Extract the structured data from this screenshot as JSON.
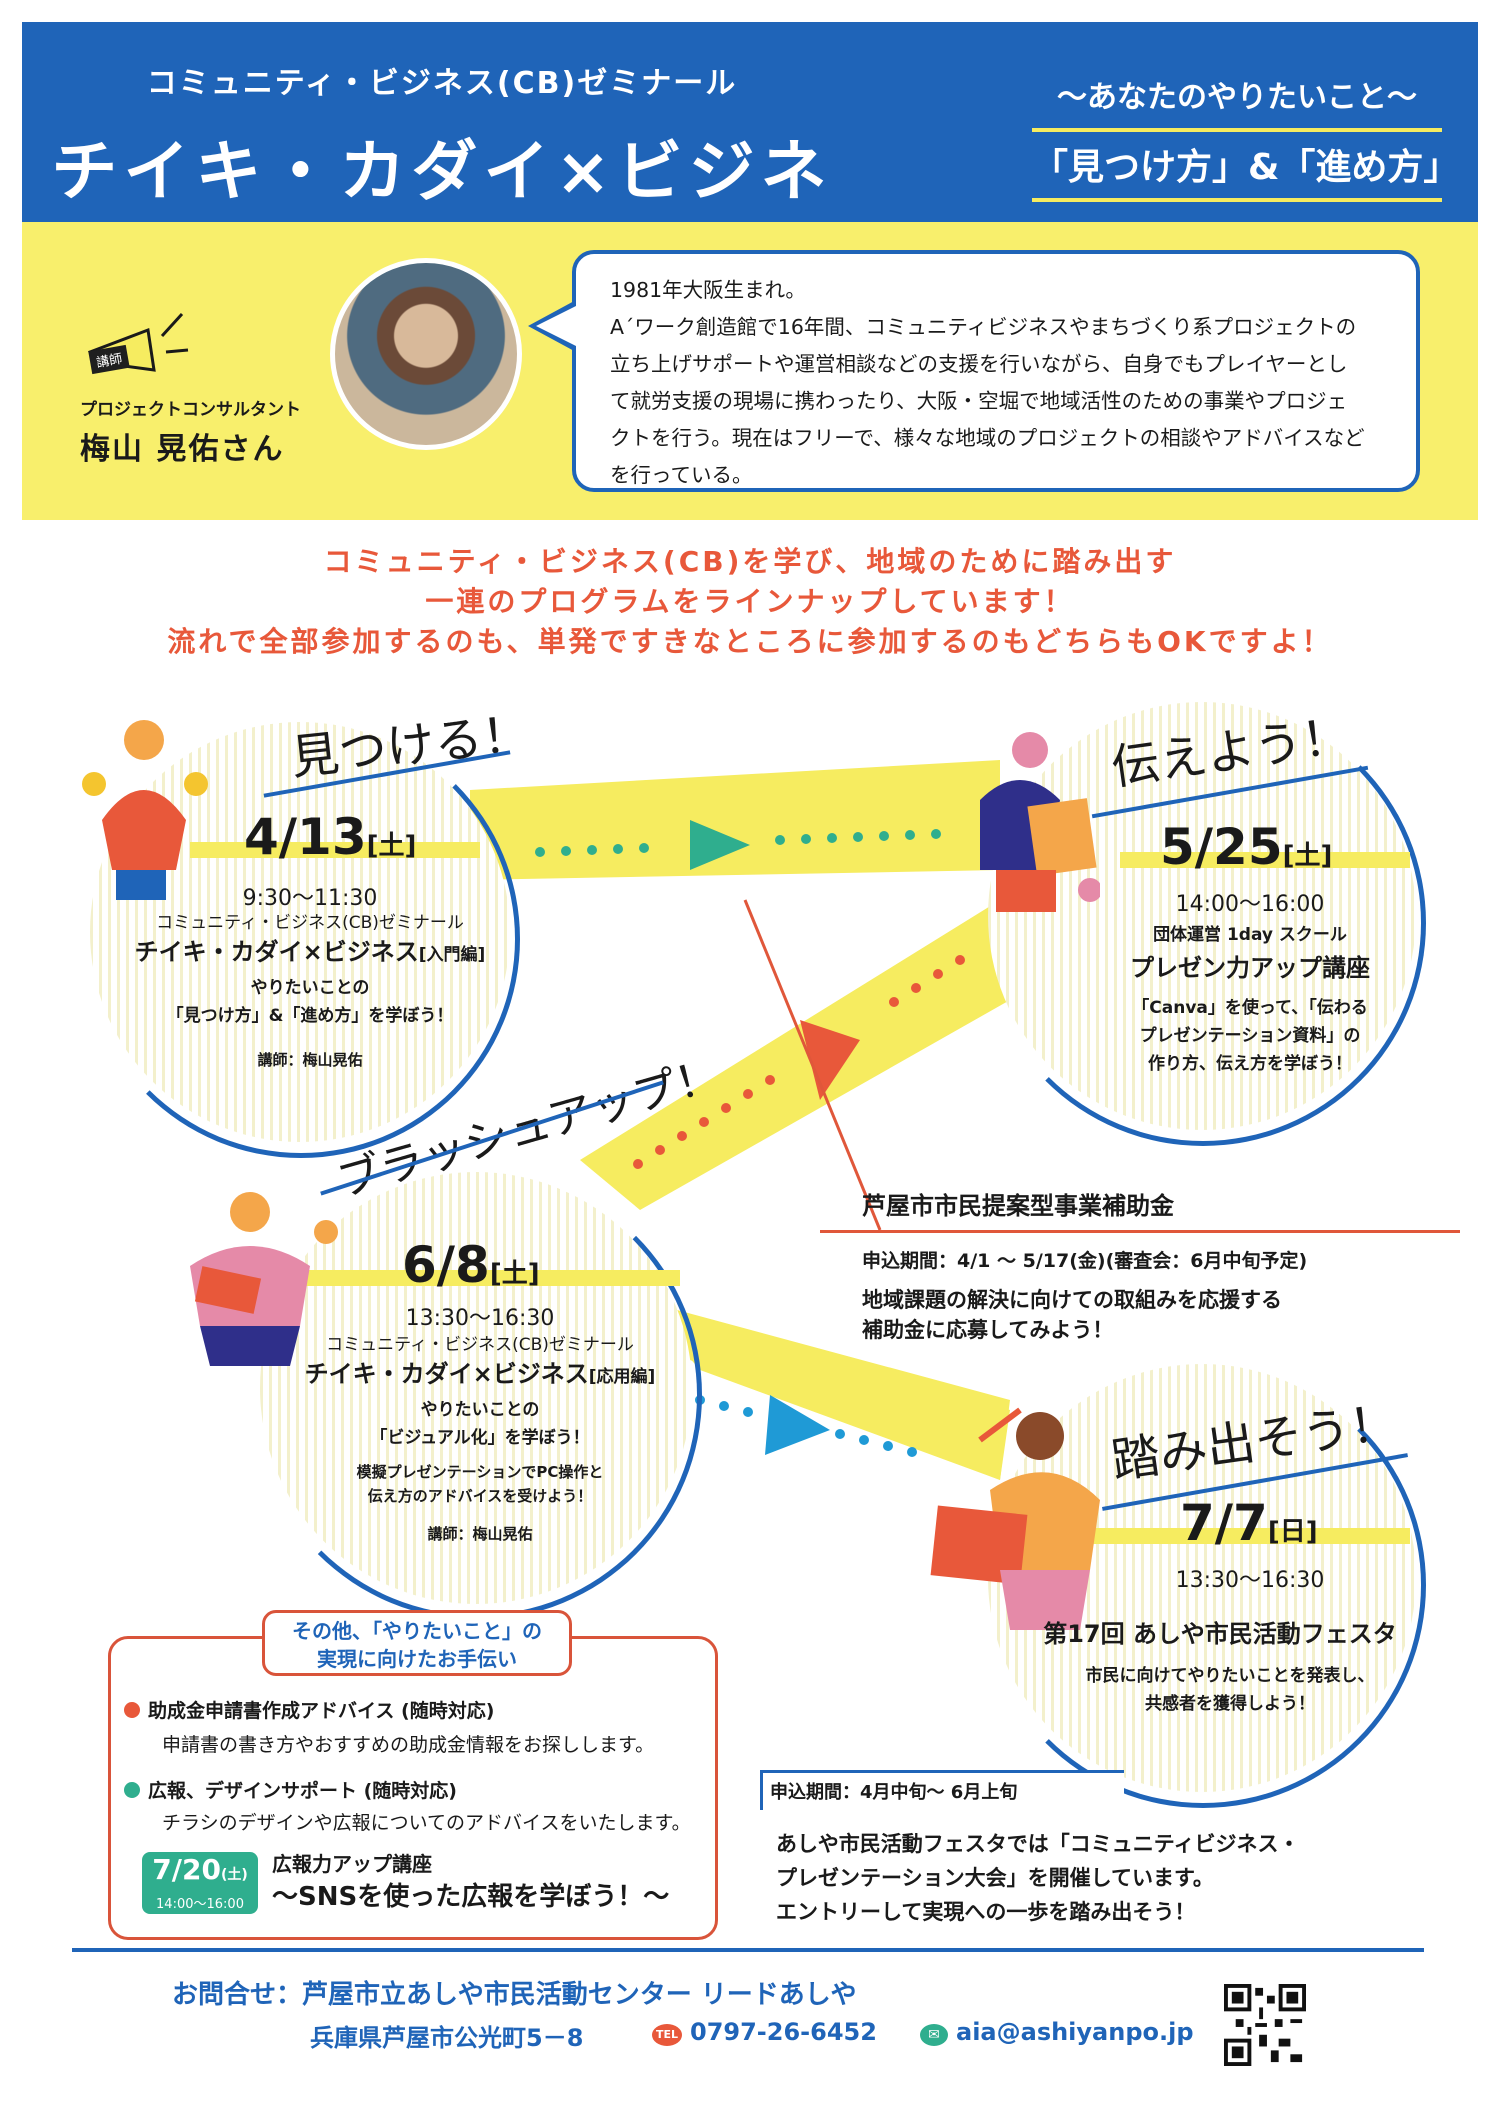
{
  "header": {
    "subtitle": "コミュニティ・ビジネス(CB)ゼミナール",
    "title": "チイキ・カダイ×ビジネス",
    "tagline": "〜あなたのやりたいこと〜",
    "tagline2": "「見つけ方」&「進め方」"
  },
  "speaker": {
    "label": "講師",
    "role": "プロジェクトコンサルタント",
    "name": "梅山 晃佑さん",
    "bio": [
      "1981年大阪生まれ。",
      "A´ワーク創造館で16年間、コミュニティビジネスやまちづくり系プロジェクトの",
      "立ち上げサポートや運営相談などの支援を行いながら、自身でもプレイヤーとし",
      "て就労支援の現場に携わったり、大阪・空堀で地域活性のための事業やプロジェ",
      "クトを行う。現在はフリーで、様々な地域のプロジェクトの相談やアドバイスなど",
      "を行っている。"
    ]
  },
  "intro": [
    "コミュニティ・ビジネス(CB)を学び、地域のために踏み出す",
    "一連のプログラムをラインナップしています！",
    "流れで全部参加するのも、単発ですきなところに参加するのもどちらもOKですよ！"
  ],
  "steps": {
    "s1": {
      "heading": "見つける！",
      "date": "4/13",
      "dow": "[土]",
      "time": "9:30〜11:30",
      "series": "コミュニティ・ビジネス(CB)ゼミナール",
      "title": "チイキ・カダイ×ビジネス",
      "edition": "[入門編]",
      "desc1": "やりたいことの",
      "desc2": "「見つけ方」&「進め方」を学ぼう！",
      "lecturer": "講師：梅山晃佑"
    },
    "s2": {
      "heading": "伝えよう！",
      "date": "5/25",
      "dow": "[土]",
      "time": "14:00〜16:00",
      "series": "団体運営 1day スクール",
      "title": "プレゼン力アップ講座",
      "desc1": "「Canva」を使って、「伝わる",
      "desc2": "プレゼンテーション資料」の",
      "desc3": "作り方、伝え方を学ぼう！"
    },
    "s3": {
      "heading": "ブラッシュアップ！",
      "date": "6/8",
      "dow": "[土]",
      "time": "13:30〜16:30",
      "series": "コミュニティ・ビジネス(CB)ゼミナール",
      "title": "チイキ・カダイ×ビジネス",
      "edition": "[応用編]",
      "desc1": "やりたいことの",
      "desc2": "「ビジュアル化」を学ぼう！",
      "desc3": "模擬プレゼンテーションでPC操作と",
      "desc4": "伝え方のアドバイスを受けよう！",
      "lecturer": "講師：梅山晃佑"
    },
    "s4": {
      "heading": "踏み出そう！",
      "date": "7/7",
      "dow": "[日]",
      "time": "13:30〜16:30",
      "title": "第17回 あしや市民活動フェスタ",
      "desc1": "市民に向けてやりたいことを発表し、",
      "desc2": "共感者を獲得しよう！"
    }
  },
  "subsidy": {
    "title": "芦屋市市民提案型事業補助金",
    "period": "申込期間：4/1 〜 5/17(金)(審査会：6月中旬予定)",
    "desc1": "地域課題の解決に向けての取組みを応援する",
    "desc2": "補助金に応募してみよう！"
  },
  "festa": {
    "period": "申込期間：4月中旬〜 6月上旬",
    "desc1": "あしや市民活動フェスタでは「コミュニティビジネス・",
    "desc2": "プレゼンテーション大会」を開催しています。",
    "desc3": "エントリーして実現への一歩を踏み出そう！"
  },
  "support": {
    "title1": "その他、「やりたいこと」の",
    "title2": "実現に向けたお手伝い",
    "item1_title": "助成金申請書作成アドバイス (随時対応)",
    "item1_desc": "申請書の書き方やおすすめの助成金情報をお探しします。",
    "item2_title": "広報、デザインサポート (随時対応)",
    "item2_desc": "チラシのデザインや広報についてのアドバイスをいたします。",
    "extra_date": "7/20",
    "extra_dow": "(土)",
    "extra_time": "14:00〜16:00",
    "extra_title": "広報力アップ講座",
    "extra_sub": "〜SNSを使った広報を学ぼう！〜"
  },
  "footer": {
    "contact": "お問合せ：芦屋市立あしや市民活動センター リードあしや",
    "address": "兵庫県芦屋市公光町5－8",
    "tel_badge": "TEL",
    "tel": "0797-26-6452",
    "email": "aia@ashiyanpo.jp"
  },
  "colors": {
    "blue": "#1f64b8",
    "yellow": "#f6ec60",
    "red": "#e8583a",
    "green": "#2fae8e"
  }
}
